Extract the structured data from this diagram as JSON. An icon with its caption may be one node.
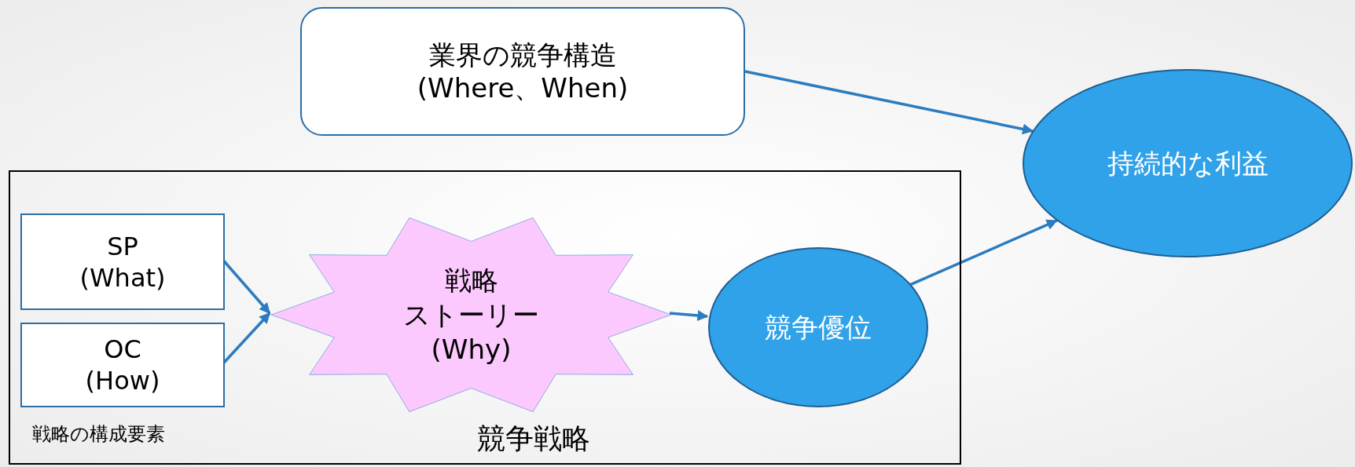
{
  "diagram": {
    "nodes": [
      {
        "text": [
          "業界の競争構造",
          "(Where、When)"
        ]
      },
      {
        "text": [
          "持続的な利益"
        ]
      },
      {
        "text": [
          "競争戦略"
        ]
      },
      {
        "text": [
          "SP",
          "(What)"
        ],
        "in": 2
      },
      {
        "text": [
          "OC",
          "(How)"
        ],
        "in": 2
      },
      {
        "text": [
          "戦略",
          "ストーリー",
          "(Why)"
        ],
        "in": 2
      },
      {
        "text": [
          "競争優位"
        ],
        "in": 2
      }
    ],
    "edges": [
      {
        "from": 0,
        "to": 1,
        "arrow": "to"
      },
      {
        "from": 3,
        "to": 5,
        "arrow": "to"
      },
      {
        "from": 4,
        "to": 5,
        "arrow": "to"
      },
      {
        "from": 5,
        "to": 6,
        "arrow": "to"
      },
      {
        "from": 6,
        "to": 1,
        "arrow": "to"
      }
    ],
    "labels": [
      "戦略の構成要素"
    ]
  }
}
